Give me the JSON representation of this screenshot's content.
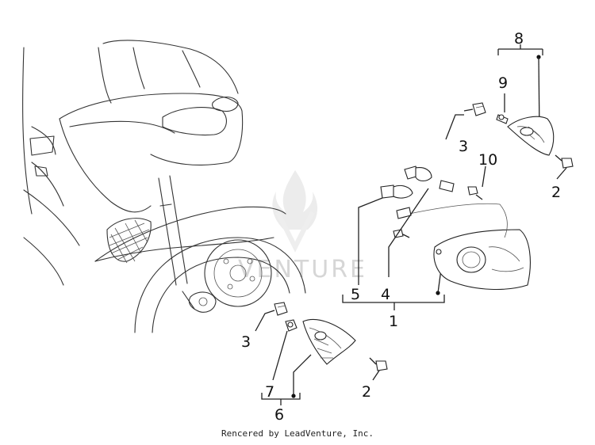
{
  "callouts": {
    "c1": "1",
    "c2a": "2",
    "c2b": "2",
    "c3a": "3",
    "c3b": "3",
    "c4": "4",
    "c5": "5",
    "c6": "6",
    "c7": "7",
    "c8": "8",
    "c9": "9",
    "c10": "10"
  },
  "watermark": "VENTURE",
  "credit": "Rencered by LeadVenture, Inc."
}
